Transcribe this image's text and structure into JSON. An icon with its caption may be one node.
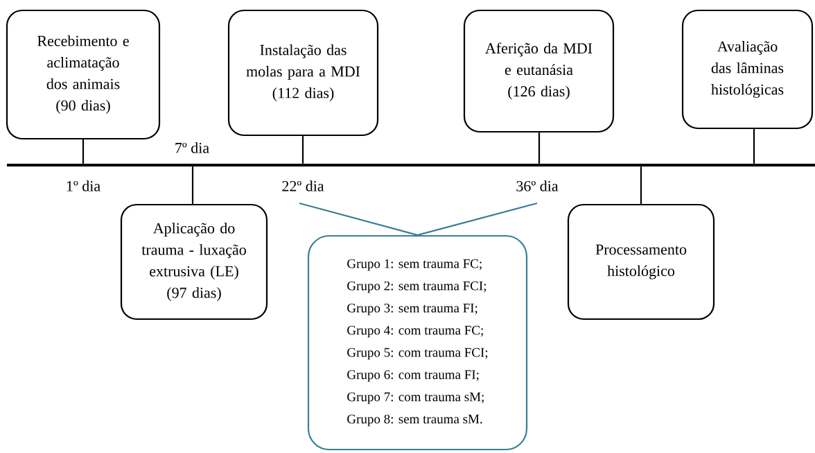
{
  "diagram": {
    "nodes": [
      {
        "text": [
          "Recebimento e aclimatação dos animais",
          "(90 dias)"
        ]
      },
      {
        "text": [
          "Aplicação do trauma - luxação extrusiva (LE)",
          "(97 dias)"
        ]
      },
      {
        "text": [
          "Instalação das molas para a MDI",
          "(112 dias)"
        ]
      },
      {
        "text": [
          "Aferição da MDI e eutanásia",
          "(126 dias)"
        ]
      },
      {
        "text": [
          "Processamento histológico"
        ]
      },
      {
        "text": [
          "Avaliação das lâminas histológicas"
        ]
      },
      {
        "text": [],
        "shape": "bar"
      },
      {
        "text": [
          "Grupo 1: sem trauma FC;",
          "Grupo 2: sem trauma FCI;",
          "Grupo 3: sem trauma FI;",
          "Grupo 4: com trauma FC;",
          "Grupo 5: com trauma FCI;",
          "Grupo 6: com trauma FI;",
          "Grupo 7: com trauma sM;",
          "Grupo 8: sem trauma sM."
        ]
      }
    ],
    "edges": [
      {
        "from": 0,
        "to": 6,
        "arrow": "none"
      },
      {
        "from": 1,
        "to": 6,
        "arrow": "none"
      },
      {
        "from": 2,
        "to": 6,
        "arrow": "none"
      },
      {
        "from": 3,
        "to": 6,
        "arrow": "none"
      },
      {
        "from": 4,
        "to": 6,
        "arrow": "none"
      },
      {
        "from": 5,
        "to": 6,
        "arrow": "none"
      },
      {
        "from": null,
        "to": 7,
        "arrow": "none",
        "color": "#3a7f93"
      },
      {
        "from": null,
        "to": 7,
        "arrow": "none",
        "color": "#3a7f93"
      }
    ],
    "labels": [
      "7º dia",
      "1º dia",
      "22º dia",
      "36º dia"
    ]
  }
}
